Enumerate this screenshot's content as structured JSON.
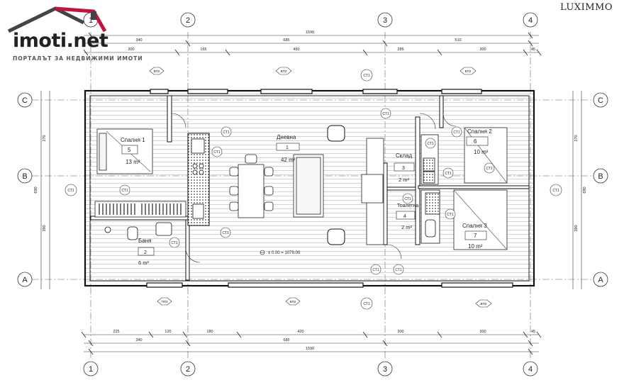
{
  "logo": {
    "name": "imoti.net",
    "tagline": "ПОРТАЛЪТ ЗА НЕДВИЖИМИ ИМОТИ",
    "accent": "#c0143c",
    "roof": "#444444"
  },
  "brand": "LUXIMMO",
  "grid": {
    "cols": [
      "1",
      "2",
      "3",
      "4"
    ],
    "rows": [
      "C",
      "B",
      "A"
    ]
  },
  "dims": {
    "top_total": "1590",
    "top_row1": [
      "340",
      "685",
      "510"
    ],
    "top_row2": [
      "300",
      "165",
      "450",
      "285",
      "300",
      "45"
    ],
    "bottom_row1": [
      "225",
      "120",
      "180",
      "420",
      "300",
      "300",
      "45"
    ],
    "bottom_row2": [
      "340",
      "685"
    ],
    "bottom_total": "1590",
    "left": [
      "270",
      "690",
      "390"
    ],
    "right": [
      "270",
      "690",
      "390"
    ]
  },
  "rooms": [
    {
      "name": "Спалня 1",
      "num": "5",
      "area": "13 m²"
    },
    {
      "name": "Дневна",
      "num": "1",
      "area": "42 m²"
    },
    {
      "name": "Склад",
      "num": "3",
      "area": "2 m²"
    },
    {
      "name": "Тоалетна",
      "num": "4",
      "area": "2 m²"
    },
    {
      "name": "Спалня 2",
      "num": "6",
      "area": "10 m²"
    },
    {
      "name": "Спалня 3",
      "num": "7",
      "area": "10 m²"
    },
    {
      "name": "Баня",
      "num": "2",
      "area": "6 m²"
    }
  ],
  "level": "± 0.00 = 1079.00",
  "tags": {
    "wall": "СТ1",
    "door": "ВП2",
    "window": "ПП3"
  }
}
